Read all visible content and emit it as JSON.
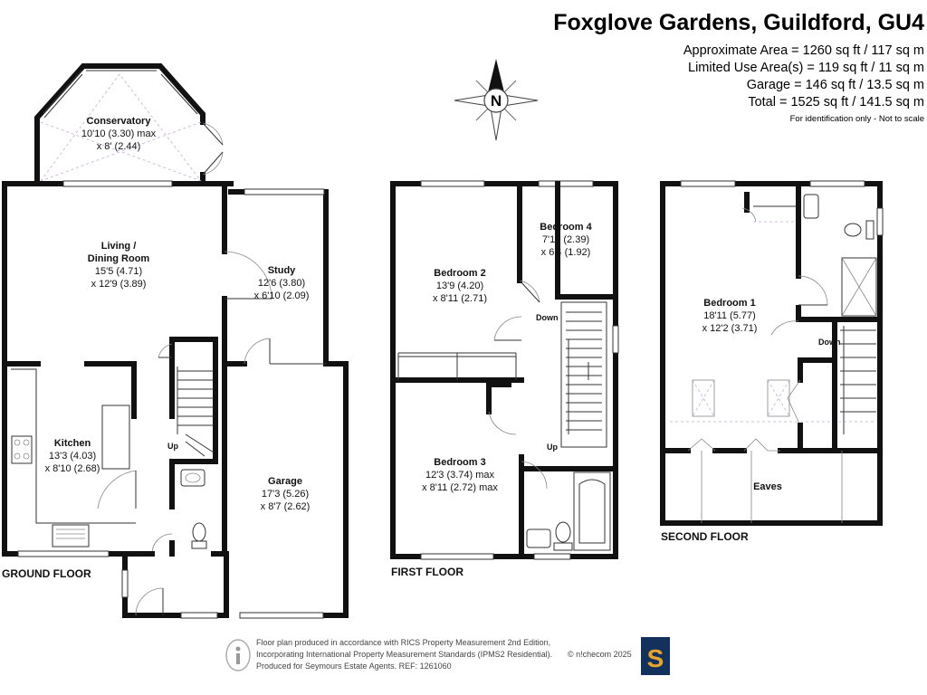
{
  "header": {
    "title": "Foxglove Gardens, Guildford, GU4",
    "areas": [
      "Approximate Area = 1260 sq ft / 117 sq m",
      "Limited Use Area(s) = 119 sq ft / 11 sq m",
      "Garage = 146 sq ft / 13.5 sq m",
      "Total = 1525 sq ft / 141.5 sq m"
    ],
    "disclaimer": "For identification only - Not to scale"
  },
  "compass": {
    "letter": "N"
  },
  "rooms": {
    "conservatory": {
      "name": "Conservatory",
      "dim1": "10'10 (3.30) max",
      "dim2": "x 8' (2.44)"
    },
    "living": {
      "name1": "Living /",
      "name2": "Dining Room",
      "dim1": "15'5 (4.71)",
      "dim2": "x 12'9 (3.89)"
    },
    "study": {
      "name": "Study",
      "dim1": "12'6 (3.80)",
      "dim2": "x 6'10 (2.09)"
    },
    "kitchen": {
      "name": "Kitchen",
      "dim1": "13'3 (4.03)",
      "dim2": "x 8'10 (2.68)"
    },
    "garage": {
      "name": "Garage",
      "dim1": "17'3 (5.26)",
      "dim2": "x 8'7 (2.62)"
    },
    "bedroom2": {
      "name": "Bedroom 2",
      "dim1": "13'9 (4.20)",
      "dim2": "x 8'11 (2.71)"
    },
    "bedroom3": {
      "name": "Bedroom 3",
      "dim1": "12'3 (3.74) max",
      "dim2": "x 8'11 (2.72)  max"
    },
    "bedroom4": {
      "name": "Bedroom 4",
      "dim1": "7'10 (2.39)",
      "dim2": "x 6'4 (1.92)"
    },
    "bedroom1": {
      "name": "Bedroom 1",
      "dim1": "18'11 (5.77)",
      "dim2": "x 12'2 (3.71)"
    },
    "eaves": {
      "name": "Eaves"
    }
  },
  "stair_labels": {
    "up": "Up",
    "down": "Down"
  },
  "floors": {
    "ground": "GROUND FLOOR",
    "first": "FIRST FLOOR",
    "second": "SECOND FLOOR"
  },
  "footer": {
    "lines": [
      "Floor plan produced in accordance with RICS Property Measurement 2nd Edition,",
      "Incorporating International Property Measurement Standards (IPMS2 Residential).",
      "Produced for Seymours Estate Agents.   REF: 1261060"
    ],
    "copyright": "© n!checom 2025",
    "logo_letter": "S"
  },
  "colors": {
    "logo_bg": "#12315c",
    "logo_letter": "#e8a42a",
    "wall": "#111111",
    "dash": "#c9a8d8"
  },
  "icons": [
    "compass-rose-icon",
    "info-person-icon",
    "seymours-logo-icon"
  ]
}
